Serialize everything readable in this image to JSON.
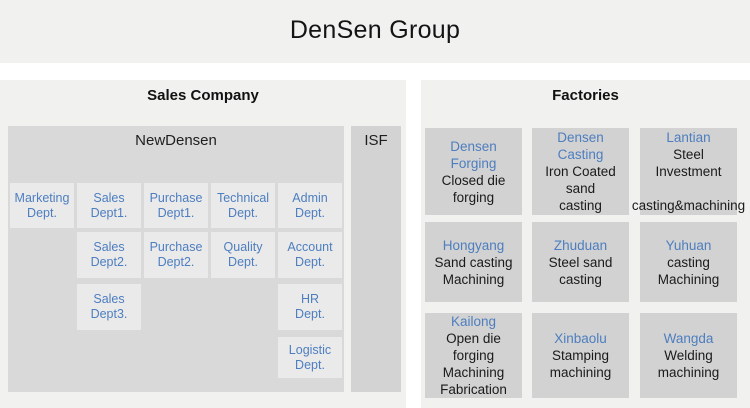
{
  "page": {
    "title": "DenSen Group"
  },
  "colors": {
    "accent_blue": "#4d7ebf",
    "band_bg": "#f1f1f0",
    "panel_bg": "#f1f1f0",
    "group_box_bg": "#d9d9d9",
    "isf_box_bg": "#d3d3d3",
    "dept_box_bg": "#eaeaeb",
    "factory_box_bg": "#d2d2d2",
    "text_dark": "#141414"
  },
  "sales_company": {
    "header": "Sales Company",
    "newdensen": {
      "label": "NewDensen",
      "departments": [
        {
          "lines": [
            "Marketing",
            "Dept."
          ],
          "row": 1,
          "col": 1
        },
        {
          "lines": [
            "Sales",
            "Dept1."
          ],
          "row": 1,
          "col": 2
        },
        {
          "lines": [
            "Purchase",
            "Dept1."
          ],
          "row": 1,
          "col": 3
        },
        {
          "lines": [
            "Technical",
            "Dept."
          ],
          "row": 1,
          "col": 4
        },
        {
          "lines": [
            "Admin",
            "Dept."
          ],
          "row": 1,
          "col": 5
        },
        {
          "lines": [
            "Sales",
            "Dept2."
          ],
          "row": 2,
          "col": 2
        },
        {
          "lines": [
            "Purchase",
            "Dept2."
          ],
          "row": 2,
          "col": 3
        },
        {
          "lines": [
            "Quality",
            "Dept."
          ],
          "row": 2,
          "col": 4
        },
        {
          "lines": [
            "Account",
            "Dept."
          ],
          "row": 2,
          "col": 5
        },
        {
          "lines": [
            "Sales",
            "Dept3."
          ],
          "row": 3,
          "col": 2
        },
        {
          "lines": [
            "HR",
            "Dept."
          ],
          "row": 3,
          "col": 5
        },
        {
          "lines": [
            "Logistic",
            "Dept."
          ],
          "row": 4,
          "col": 5
        }
      ]
    },
    "isf": {
      "label": "ISF"
    }
  },
  "factories": {
    "header": "Factories",
    "plants": [
      {
        "name": "Densen Forging",
        "lines": [
          "Closed die forging"
        ],
        "row": 1,
        "col": 1
      },
      {
        "name": "Densen Casting",
        "lines": [
          "Iron Coated sand",
          "casting"
        ],
        "row": 1,
        "col": 2
      },
      {
        "name": "Lantian",
        "lines": [
          "Steel Investment",
          "",
          "casting&machining"
        ],
        "row": 1,
        "col": 3
      },
      {
        "name": "Hongyang",
        "lines": [
          "Sand casting",
          "Machining"
        ],
        "row": 2,
        "col": 1
      },
      {
        "name": "Zhuduan",
        "lines": [
          "Steel sand casting"
        ],
        "row": 2,
        "col": 2
      },
      {
        "name": "Yuhuan",
        "lines": [
          "casting",
          "Machining"
        ],
        "row": 2,
        "col": 3
      },
      {
        "name": "Kailong",
        "lines": [
          "Open die forging",
          "Machining",
          "Fabrication"
        ],
        "row": 3,
        "col": 1
      },
      {
        "name": "Xinbaolu",
        "lines": [
          "Stamping",
          "machining"
        ],
        "row": 3,
        "col": 2
      },
      {
        "name": "Wangda",
        "lines": [
          "Welding",
          "machining"
        ],
        "row": 3,
        "col": 3
      }
    ]
  }
}
